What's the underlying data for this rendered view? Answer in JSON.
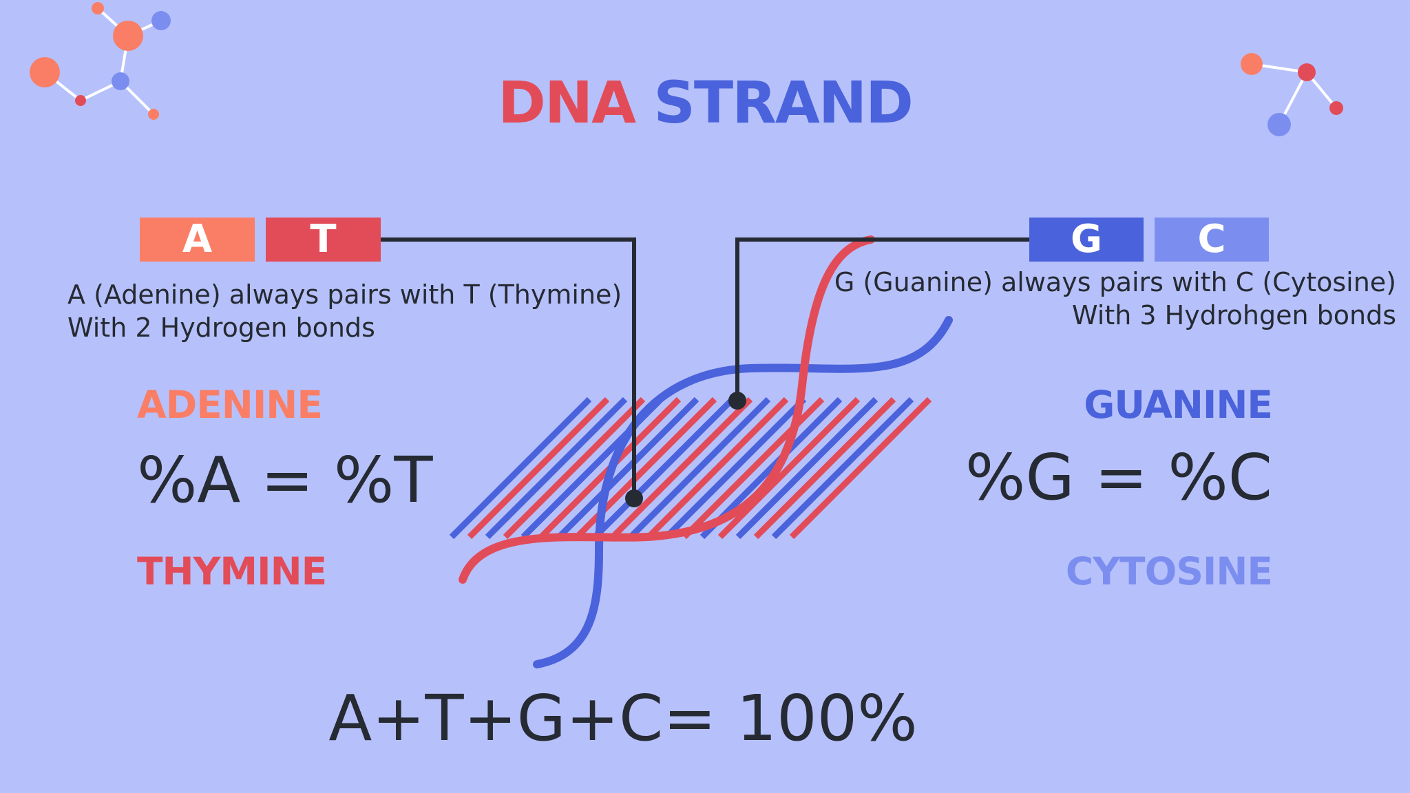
{
  "title": {
    "part1": "DNA",
    "part2": "STRAND"
  },
  "pairs": {
    "left": {
      "box1": "A",
      "box2": "T",
      "desc_line1": "A (Adenine) always pairs with T (Thymine)",
      "desc_line2": "With 2 Hydrogen bonds",
      "label_top": "ADENINE",
      "equation": "%A = %T",
      "label_bottom": "THYMINE"
    },
    "right": {
      "box1": "G",
      "box2": "C",
      "desc_line1": "G (Guanine) always pairs with C (Cytosine)",
      "desc_line2": "With 3 Hydrohgen bonds",
      "label_top": "GUANINE",
      "equation": "%G = %C",
      "label_bottom": "CYTOSINE"
    }
  },
  "total_equation": "A+T+G+C= 100%",
  "colors": {
    "background": "#b6c1fb",
    "adenine": "#fa7e66",
    "thymine": "#e24c59",
    "guanine": "#4a62db",
    "cytosine": "#7b8ef0",
    "text": "#262a33"
  },
  "icons": [
    "molecule-icon-top-left",
    "molecule-icon-top-right",
    "dna-helix-illustration"
  ]
}
